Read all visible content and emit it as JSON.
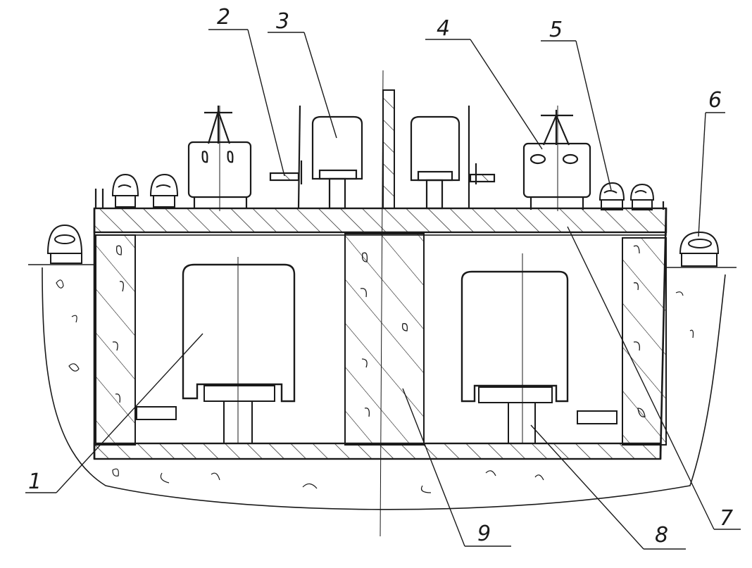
{
  "colors": {
    "ink": "#1a1a1a",
    "paper": "#ffffff"
  },
  "labels": [
    "1",
    "2",
    "3",
    "4",
    "5",
    "6",
    "7",
    "8",
    "9"
  ]
}
